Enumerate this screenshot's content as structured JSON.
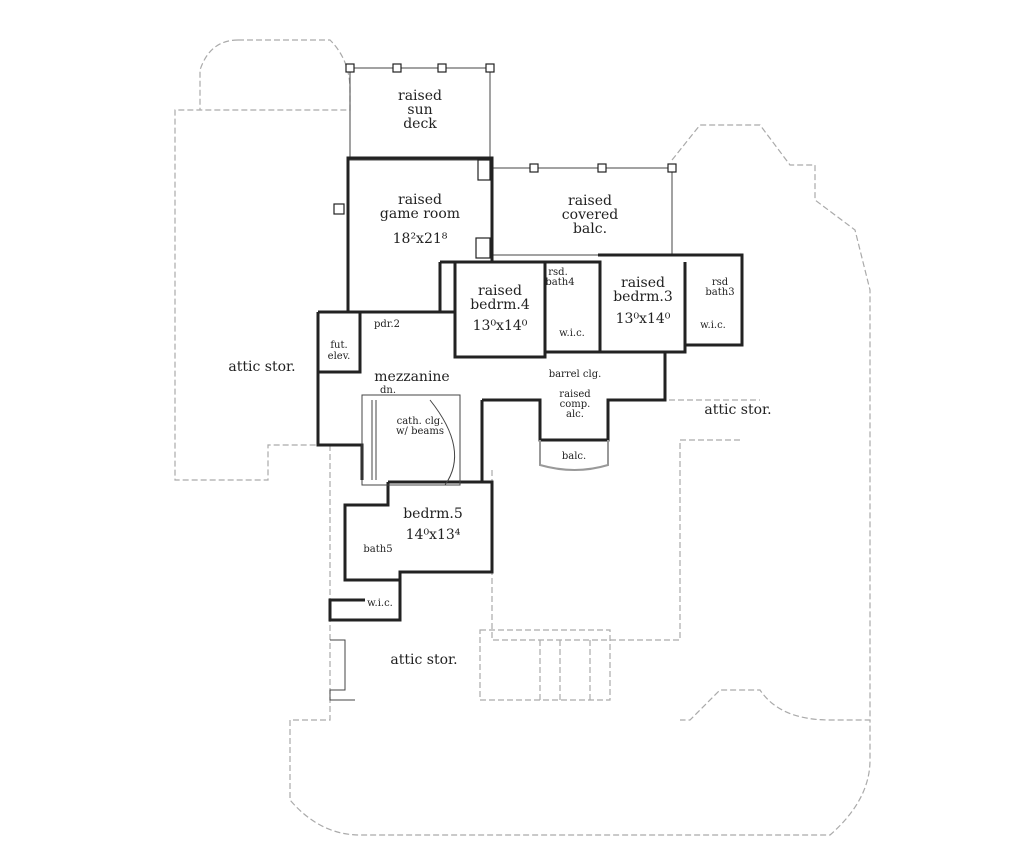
{
  "rooms": {
    "sun_deck": {
      "l1": "raised",
      "l2": "sun",
      "l3": "deck"
    },
    "game_room": {
      "l1": "raised",
      "l2": "game room",
      "dims": "18²x21⁸"
    },
    "covered_balc": {
      "l1": "raised",
      "l2": "covered",
      "l3": "balc."
    },
    "bedrm4": {
      "l1": "raised",
      "l2": "bedrm.4",
      "dims": "13⁰x14⁰"
    },
    "bath4": {
      "l1": "rsd.",
      "l2": "bath4"
    },
    "wic4": "w.i.c.",
    "bedrm3": {
      "l1": "raised",
      "l2": "bedrm.3",
      "dims": "13⁰x14⁰"
    },
    "bath3": {
      "l1": "rsd",
      "l2": "bath3"
    },
    "wic3": "w.i.c.",
    "pdr": "pdr.2",
    "elev": {
      "l1": "fut.",
      "l2": "elev."
    },
    "mezzanine": "mezzanine",
    "dn": "dn.",
    "cath": {
      "l1": "cath. clg.",
      "l2": "w/ beams"
    },
    "barrel": "barrel clg.",
    "comp_alc": {
      "l1": "raised",
      "l2": "comp.",
      "l3": "alc."
    },
    "balc": "balc.",
    "attic_left": "attic stor.",
    "attic_right": "attic stor.",
    "attic_bottom": "attic stor.",
    "bedrm5": {
      "l1": "bedrm.5",
      "dims": "14⁰x13⁴"
    },
    "bath5": "bath5",
    "wic5": "w.i.c."
  }
}
